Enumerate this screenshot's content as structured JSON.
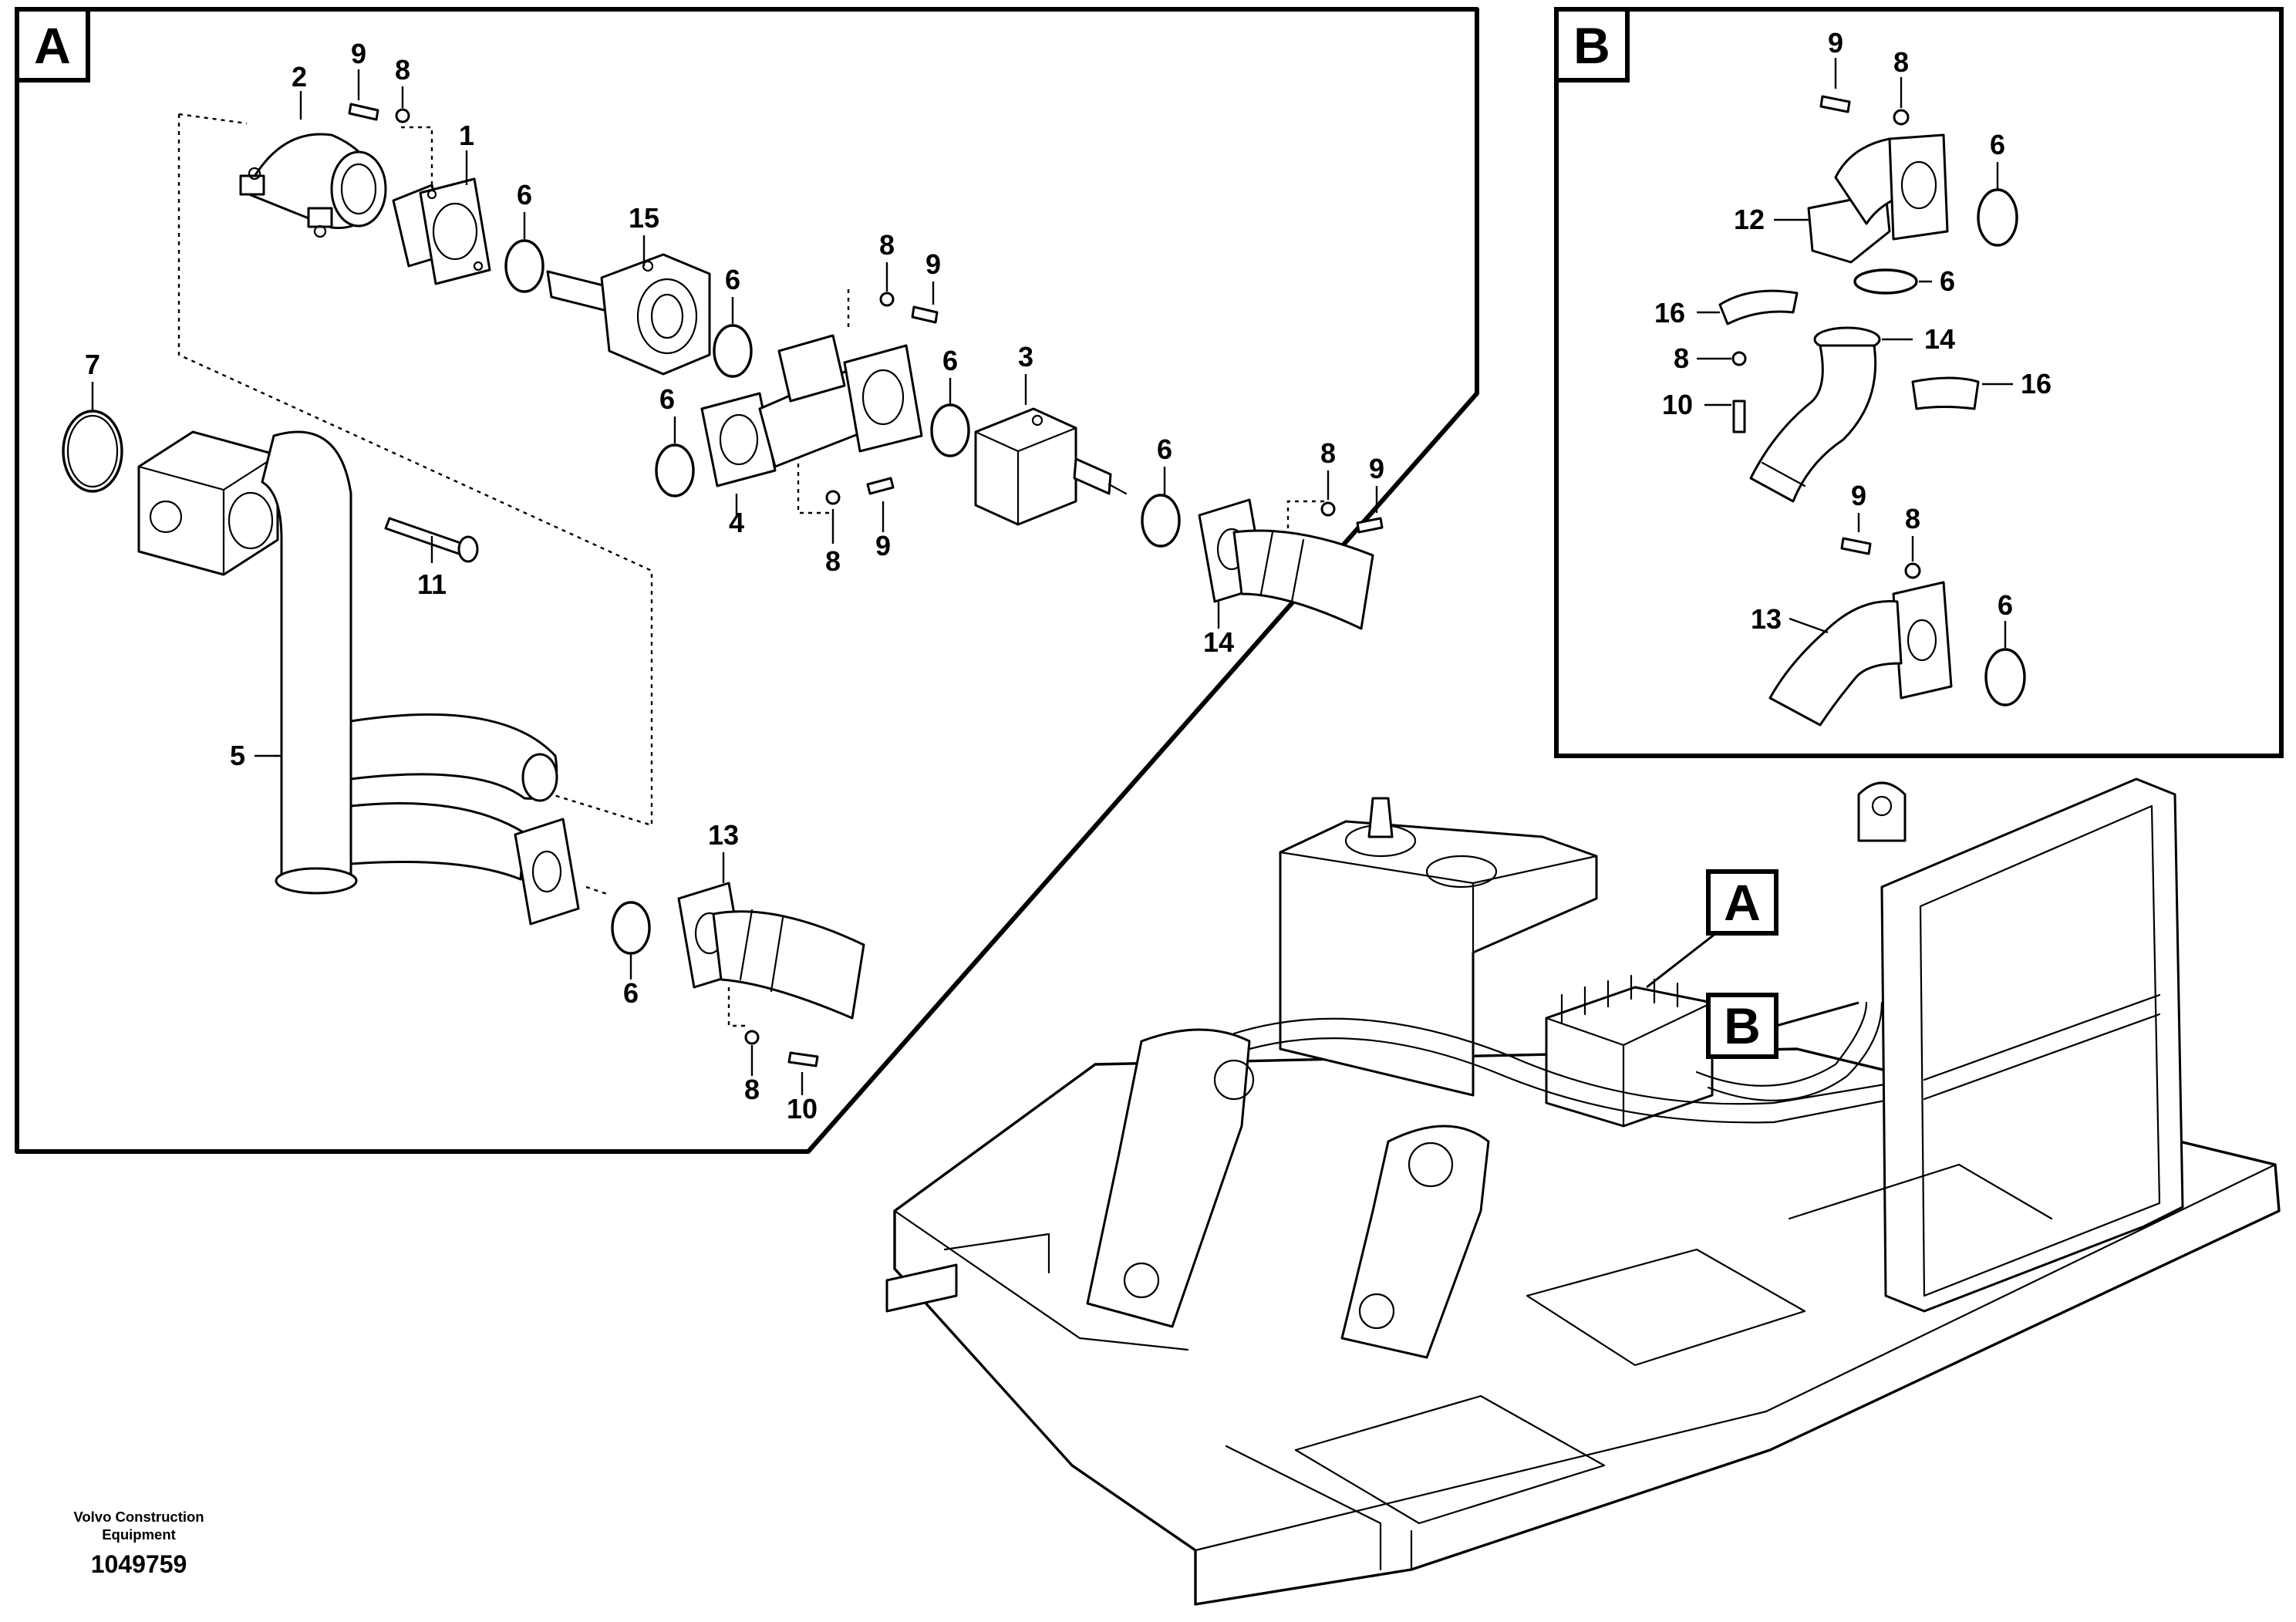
{
  "panels": {
    "a": {
      "letter": "A"
    },
    "b": {
      "letter": "B"
    }
  },
  "overview_callouts": {
    "a": "A",
    "b": "B"
  },
  "callouts_a": {
    "c1": "1",
    "c2": "2",
    "c3": "3",
    "c4": "4",
    "c5": "5",
    "c6a": "6",
    "c6b": "6",
    "c6c": "6",
    "c6d": "6",
    "c6e": "6",
    "c6f": "6",
    "c7": "7",
    "c8a": "8",
    "c8b": "8",
    "c8c": "8",
    "c8d": "8",
    "c8e": "8",
    "c9a": "9",
    "c9b": "9",
    "c9c": "9",
    "c9d": "9",
    "c10": "10",
    "c11": "11",
    "c13": "13",
    "c14": "14",
    "c15": "15"
  },
  "callouts_b": {
    "c9a": "9",
    "c8a": "8",
    "c6a": "6",
    "c12": "12",
    "c6b": "6",
    "c16a": "16",
    "c14": "14",
    "c8b": "8",
    "c16b": "16",
    "c10": "10",
    "c9b": "9",
    "c8c": "8",
    "c13": "13",
    "c6c": "6"
  },
  "footer": {
    "company_line1": "Volvo Construction",
    "company_line2": "Equipment",
    "document_number": "1049759"
  }
}
